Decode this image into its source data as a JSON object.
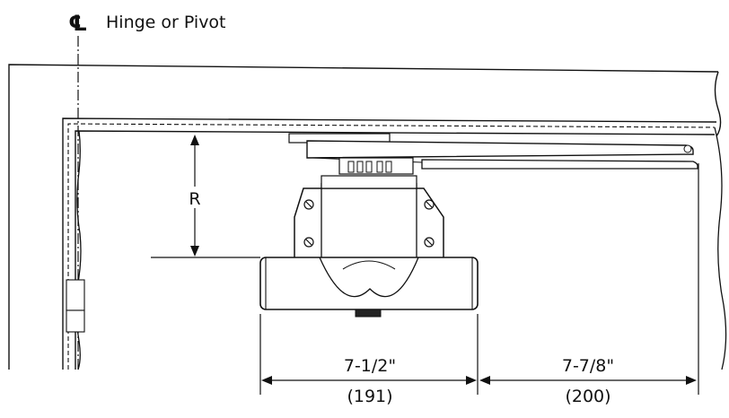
{
  "legend": {
    "symbol": "℄",
    "text": "Hinge or Pivot"
  },
  "dimensions": {
    "radius_label": "R",
    "closer_width_in": "7-1/2\"",
    "closer_width_mm": "(191)",
    "arm_width_in": "7-7/8\"",
    "arm_width_mm": "(200)"
  },
  "colors": {
    "line": "#111111",
    "fill": "#ffffff"
  }
}
